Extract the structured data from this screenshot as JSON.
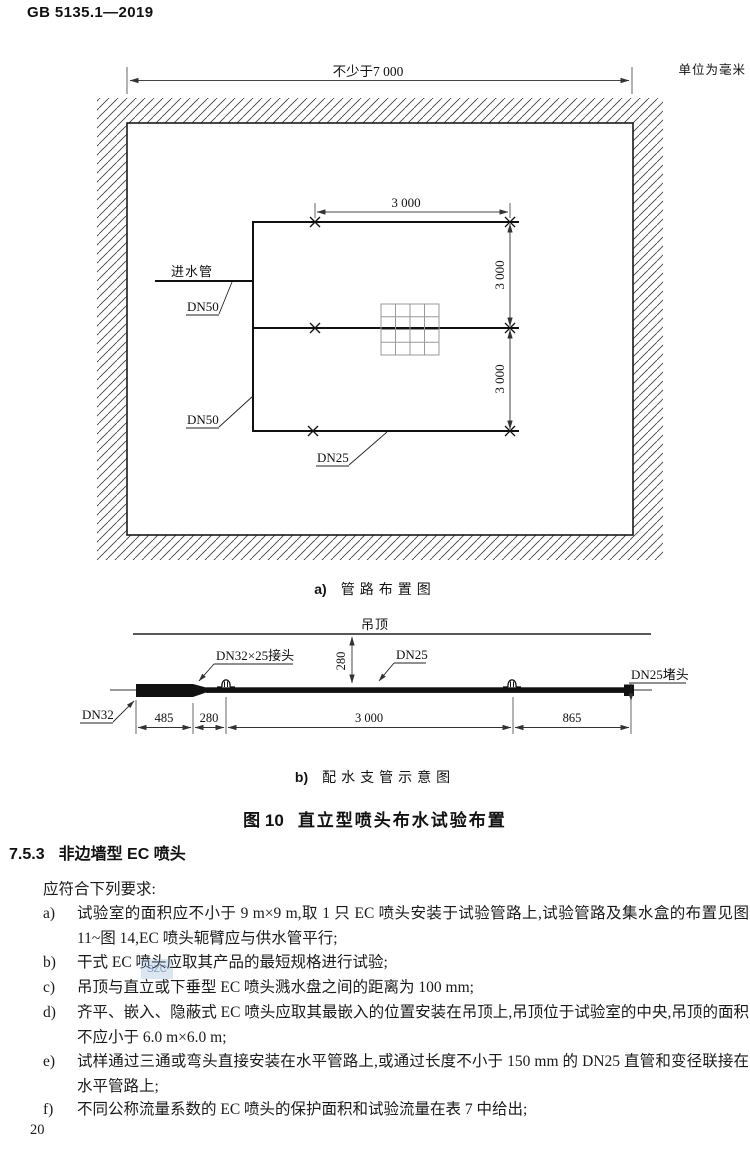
{
  "page": {
    "header": "GB 5135.1—2019",
    "units_note": "单位为毫米",
    "page_number": "20",
    "watermark": "SZC"
  },
  "diagram_a": {
    "dim_top": "不少于7 000",
    "dim_3000_top": "3 000",
    "dim_3000_right_upper": "3 000",
    "dim_3000_right_lower": "3 000",
    "label_inlet_pipe": "进水管",
    "label_dn50_upper": "DN50",
    "label_dn50_lower": "DN50",
    "label_dn25": "DN25"
  },
  "diagram_b": {
    "label_ceiling": "吊顶",
    "label_reducer_joint": "DN32×25接头",
    "label_dn25": "DN25",
    "label_plug": "DN25堵头",
    "label_dn32": "DN32",
    "dim_280_vertical": "280",
    "dim_485": "485",
    "dim_280": "280",
    "dim_3000": "3 000",
    "dim_865": "865"
  },
  "figure": {
    "caption_a_marker": "a)",
    "caption_a_text": "管路布置图",
    "caption_b_marker": "b)",
    "caption_b_text": "配水支管示意图",
    "title_number": "图 10",
    "title_text": "直立型喷头布水试验布置"
  },
  "section": {
    "number": "7.5.3",
    "title": "非边墙型 EC 喷头",
    "intro": "应符合下列要求:",
    "items": [
      {
        "marker": "a)",
        "text": "试验室的面积应不小于 9 m×9 m,取 1 只 EC 喷头安装于试验管路上,试验管路及集水盒的布置见图 11~图 14,EC 喷头轭臂应与供水管平行;"
      },
      {
        "marker": "b)",
        "text": "干式 EC 喷头应取其产品的最短规格进行试验;"
      },
      {
        "marker": "c)",
        "text": "吊顶与直立或下垂型 EC 喷头溅水盘之间的距离为 100 mm;"
      },
      {
        "marker": "d)",
        "text": "齐平、嵌入、隐蔽式 EC 喷头应取其最嵌入的位置安装在吊顶上,吊顶位于试验室的中央,吊顶的面积不应小于 6.0 m×6.0 m;"
      },
      {
        "marker": "e)",
        "text": "试样通过三通或弯头直接安装在水平管路上,或通过长度不小于 150 mm 的 DN25 直管和变径联接在水平管路上;"
      },
      {
        "marker": "f)",
        "text": "不同公称流量系数的 EC 喷头的保护面积和试验流量在表 7 中给出;"
      }
    ]
  }
}
